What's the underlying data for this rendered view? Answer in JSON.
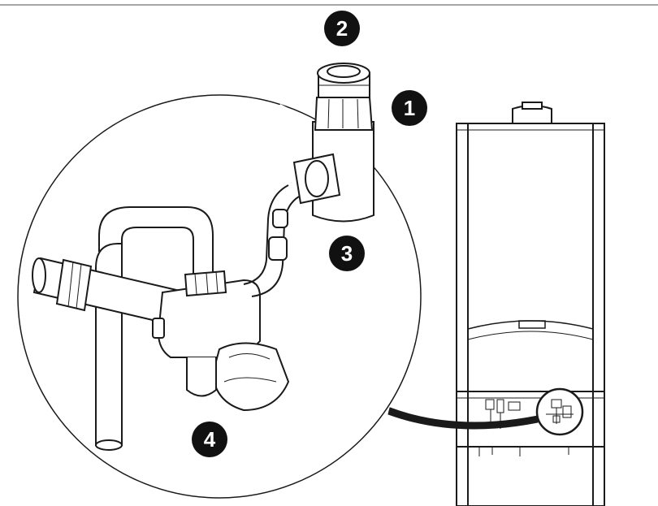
{
  "callouts": [
    {
      "id": "1",
      "label": "1"
    },
    {
      "id": "2",
      "label": "2"
    },
    {
      "id": "3",
      "label": "3"
    },
    {
      "id": "4",
      "label": "4"
    }
  ],
  "colors": {
    "line": "#1a1a1a",
    "callout_fill": "#111111",
    "callout_text": "#ffffff",
    "background": "#ffffff",
    "shade": "#d9d9d9"
  }
}
